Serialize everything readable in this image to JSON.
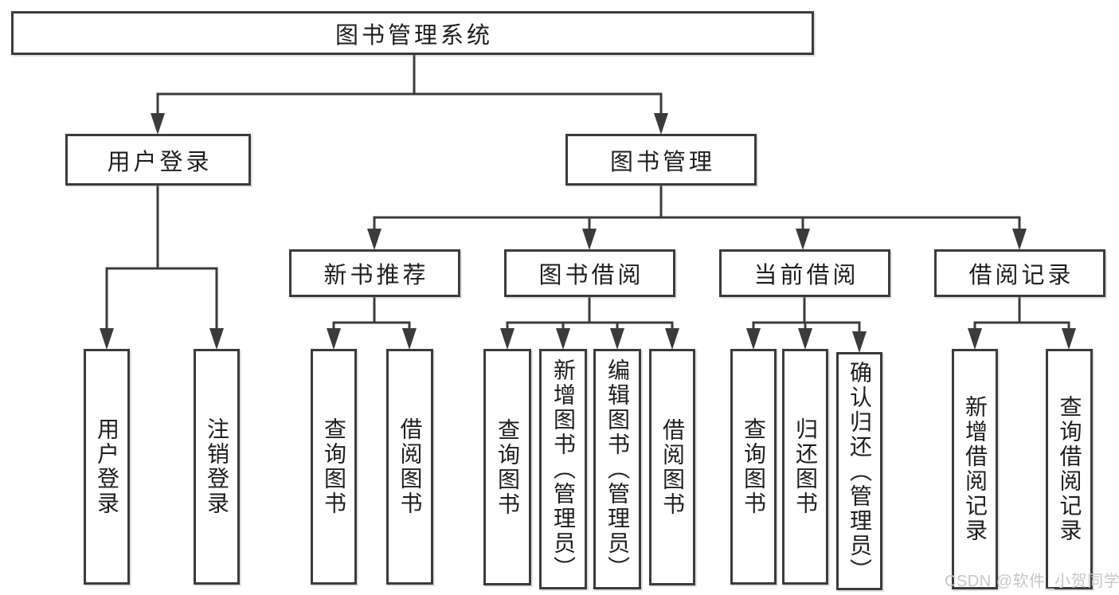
{
  "title": "图书管理系统",
  "branches": {
    "user_login": {
      "label": "用户登录",
      "children": [
        "用户登录",
        "注销登录"
      ]
    },
    "book_management": {
      "label": "图书管理",
      "sections": [
        {
          "label": "新书推荐",
          "children": [
            "查询图书",
            "借阅图书"
          ]
        },
        {
          "label": "图书借阅",
          "children": [
            "查询图书",
            "新增图书（管理员）",
            "编辑图书（管理员）",
            "借阅图书"
          ]
        },
        {
          "label": "当前借阅",
          "children": [
            "查询图书",
            "归还图书",
            "确认归还（管理员）"
          ]
        },
        {
          "label": "借阅记录",
          "children": [
            "新增借阅记录",
            "查询借阅记录"
          ]
        }
      ]
    }
  },
  "watermark": "CSDN @软件_小贺同学",
  "colors": {
    "line": "#3b3b3b",
    "text": "#1e1e1e",
    "watermark": "#c4c8cc"
  }
}
